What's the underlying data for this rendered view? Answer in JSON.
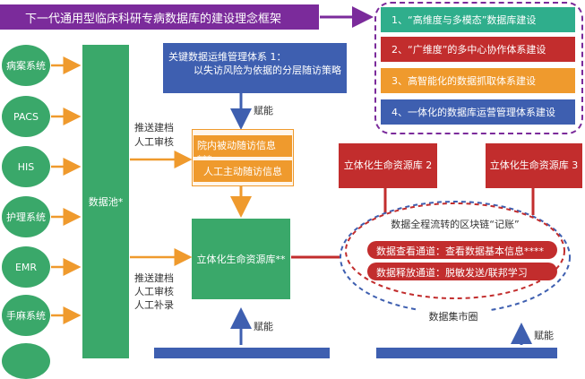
{
  "title": "下一代通用型临床科研专病数据库的建设理念框架",
  "sources": [
    "病案系统",
    "PACS",
    "HIS",
    "护理系统",
    "EMR",
    "手麻系统"
  ],
  "data_pool": "数据池*",
  "mgmt_box": {
    "line1": "关键数据运维管理体系 1：",
    "line2": "以失访风险为依据的分层随访策略"
  },
  "empower_1": "赋能",
  "push_1": {
    "line1": "推送建档",
    "line2": "人工审核"
  },
  "passive_followup": "院内被动随访信息***",
  "active_followup": "人工主动随访信息",
  "resource_bank": "立体化生命资源库**",
  "push_2": {
    "line1": "推送建档",
    "line2": "人工审核",
    "line3": "人工补录"
  },
  "empower_2": "赋能",
  "concepts": [
    "1、“高维度与多模态”数据库建设",
    "2、“广维度”的多中心协作体系建设",
    "3、高智能化的数据抓取体系建设",
    "4、一体化的数据库运营管理体系建设"
  ],
  "resource_bank_2": "立体化生命资源库 2",
  "resource_bank_3": "立体化生命资源库 3",
  "blockchain": "数据全程流转的区块链“记账”",
  "channel_view": "数据查看通道：查看数据基本信息****",
  "channel_release": "数据释放通道：脱敏发送/联邦学习",
  "data_market": "数据集市圈",
  "empower_3": "赋能",
  "colors": {
    "purple": "#7b2b9b",
    "green": "#3aa86a",
    "blue": "#3e5fb0",
    "orange": "#ef9a2d",
    "red": "#c22d2d",
    "teal": "#2fae8c"
  }
}
